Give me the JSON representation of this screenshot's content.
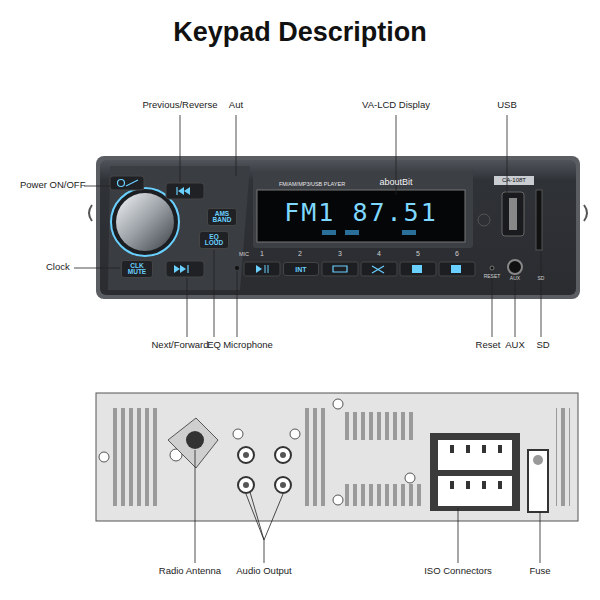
{
  "diagram": {
    "title": "Keypad Description",
    "nodes": [
      {
        "text": [
          "AMS BAND"
        ]
      },
      {
        "text": [
          "EQ LOUD"
        ]
      },
      {
        "text": [
          "CLK MUTE"
        ]
      },
      {
        "text": [
          "FM1 87.51"
        ]
      },
      {
        "text": [
          "INT"
        ]
      }
    ],
    "labels": [
      "Previous/Reverse",
      "Aut",
      "VA-LCD Display",
      "USB",
      "Power ON/OFF",
      "Clock",
      "Next/Forward",
      "EQ",
      "Microphone",
      "Reset",
      "AUX",
      "SD",
      "FM/AM/MP3/USB PLAYER",
      "aboutBit",
      "CA-108T",
      "MIC",
      "1",
      "2",
      "3",
      "4",
      "5",
      "6",
      "RESET",
      "AUX",
      "SD",
      "Radio Antenna",
      "Audio Output",
      "ISO Connectors",
      "Fuse"
    ]
  }
}
